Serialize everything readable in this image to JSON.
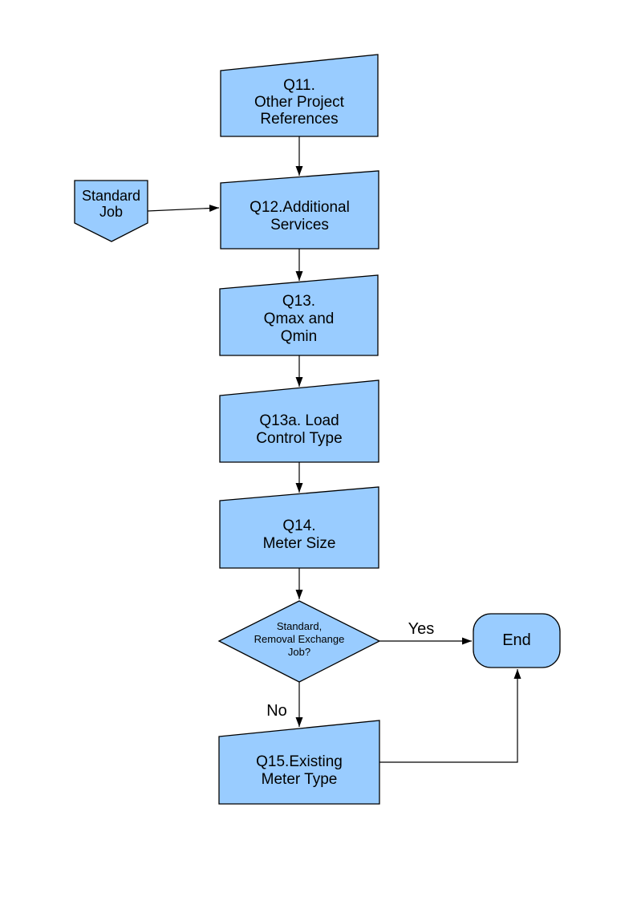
{
  "diagram": {
    "type": "flowchart",
    "colors": {
      "background": "#FFFFFF",
      "node_fill": "#99CCFF",
      "node_stroke": "#000000",
      "edge": "#000000",
      "text": "#000000"
    },
    "nodes": {
      "q11": {
        "type": "process",
        "label": "Q11.\nOther Project\nReferences"
      },
      "standard_job": {
        "type": "offpage-connector",
        "label": "Standard\nJob"
      },
      "q12": {
        "type": "process",
        "label": "Q12.Additional\nServices"
      },
      "q13": {
        "type": "process",
        "label": "Q13.\nQmax and\nQmin"
      },
      "q13a": {
        "type": "process",
        "label": "Q13a. Load\nControl Type"
      },
      "q14": {
        "type": "process",
        "label": "Q14.\nMeter Size"
      },
      "decision": {
        "type": "decision",
        "label": "Standard,\nRemoval Exchange\nJob?"
      },
      "end": {
        "type": "terminator",
        "label": "End"
      },
      "q15": {
        "type": "process",
        "label": "Q15.Existing\nMeter Type"
      }
    },
    "edges": {
      "q11_to_q12": {
        "from": "q11",
        "to": "q12",
        "label": ""
      },
      "standard_job_to_q12": {
        "from": "standard_job",
        "to": "q12",
        "label": ""
      },
      "q12_to_q13": {
        "from": "q12",
        "to": "q13",
        "label": ""
      },
      "q13_to_q13a": {
        "from": "q13",
        "to": "q13a",
        "label": ""
      },
      "q13a_to_q14": {
        "from": "q13a",
        "to": "q14",
        "label": ""
      },
      "q14_to_decision": {
        "from": "q14",
        "to": "decision",
        "label": ""
      },
      "decision_to_end": {
        "from": "decision",
        "to": "end",
        "label": "Yes"
      },
      "decision_to_q15": {
        "from": "decision",
        "to": "q15",
        "label": "No"
      },
      "q15_to_end": {
        "from": "q15",
        "to": "end",
        "label": ""
      }
    }
  }
}
